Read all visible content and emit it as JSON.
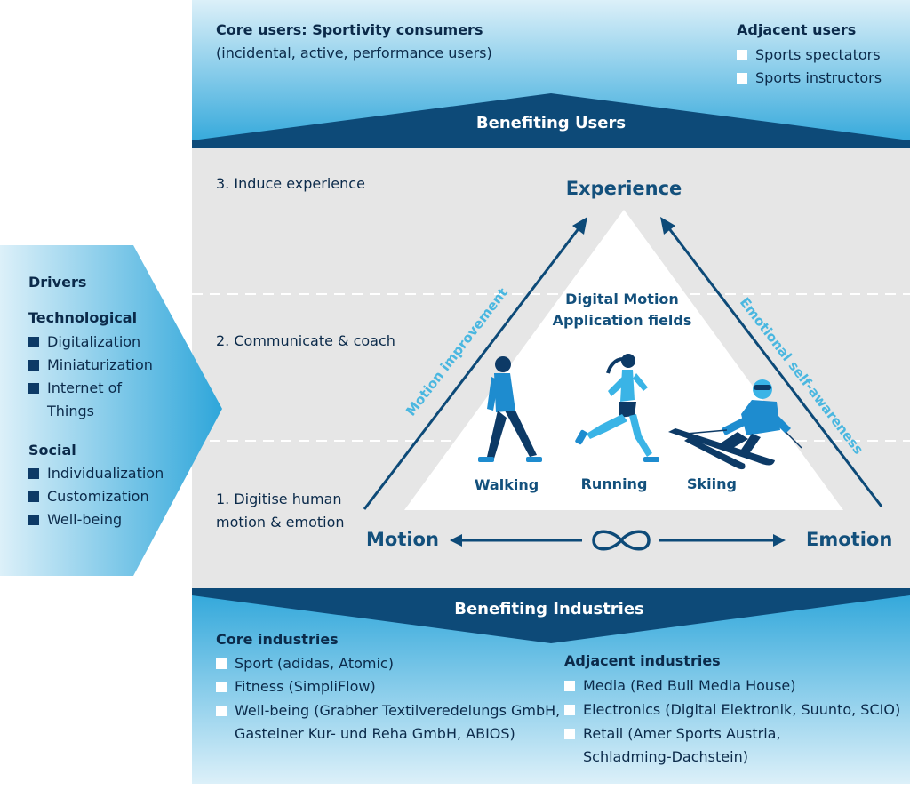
{
  "top_band": {
    "core_title": "Core users: Sportivity consumers",
    "core_subtitle": "(incidental, active, performance users)",
    "adjacent_title": "Adjacent users",
    "adjacent_items": [
      "Sports spectators",
      "Sports instructors"
    ],
    "banner": "Benefiting Users"
  },
  "levels": {
    "level3": "3. Induce experience",
    "level2": "2. Communicate & coach",
    "level1_line1": "1. Digitise human",
    "level1_line2": "motion & emotion"
  },
  "triangle": {
    "experience": "Experience",
    "motion": "Motion",
    "emotion": "Emotion",
    "left_arrow_label": "Motion improvement",
    "right_arrow_label": "Emotional self-awareness",
    "center_line1": "Digital Motion",
    "center_line2": "Application fields",
    "activities": [
      "Walking",
      "Running",
      "Skiing"
    ]
  },
  "drivers": {
    "title": "Drivers",
    "tech_title": "Technological",
    "tech_items": [
      "Digitalization",
      "Miniaturization",
      "Internet of"
    ],
    "tech_item_cont": "Things",
    "social_title": "Social",
    "social_items": [
      "Individualization",
      "Customization",
      "Well-being"
    ]
  },
  "bottom_band": {
    "banner": "Benefiting Industries",
    "core_title": "Core industries",
    "core_items": [
      "Sport (adidas, Atomic)",
      "Fitness (SimpliFlow)",
      "Well-being (Grabher Textilveredelungs GmbH,"
    ],
    "core_item_cont": "Gasteiner Kur- und Reha GmbH, ABIOS)",
    "adjacent_title": "Adjacent industries",
    "adjacent_items": [
      "Media (Red Bull Media House)",
      "Electronics (Digital Elektronik, Suunto, SCIO)",
      "Retail (Amer Sports Austria,"
    ],
    "adjacent_item_cont": "Schladming-Dachstein)"
  },
  "colors": {
    "dark_blue": "#0d4a78",
    "accent_cyan": "#4ab7e0",
    "panel_grey": "#e6e6e6",
    "gradient_light": "#d6eef8",
    "gradient_dark": "#2fa9dc"
  },
  "icons": [
    "walking-person-icon",
    "running-person-icon",
    "skiing-person-icon",
    "infinity-icon"
  ]
}
